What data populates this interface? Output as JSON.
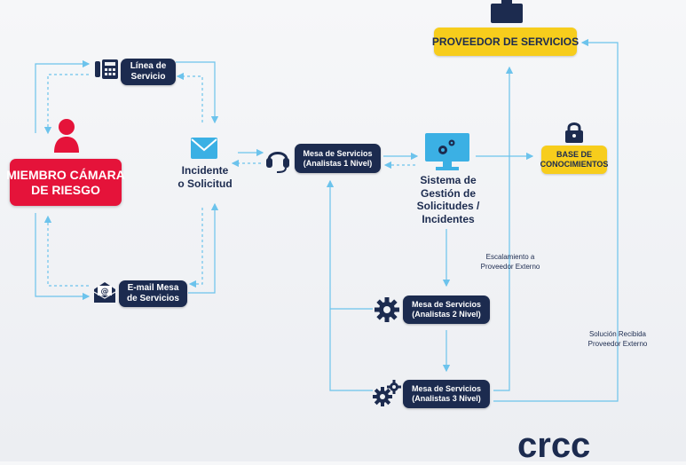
{
  "proveedor": {
    "label": "PROVEEDOR DE SERVICIOS"
  },
  "miembro": {
    "line1": "MIEMBRO CÁMARA",
    "line2": "DE RIESGO"
  },
  "linea_servicio": {
    "line1": "Línea de",
    "line2": "Servicio"
  },
  "incidente": {
    "line1": "Incidente",
    "line2": "o Solicitud"
  },
  "email_mesa": {
    "line1": "E-mail Mesa",
    "line2": "de Servicios"
  },
  "mesa1": {
    "line1": "Mesa de Servicios",
    "line2": "(Analistas 1 Nivel)"
  },
  "mesa2": {
    "line1": "Mesa de Servicios",
    "line2": "(Analistas 2 Nivel)"
  },
  "mesa3": {
    "line1": "Mesa de Servicios",
    "line2": "(Analistas 3 Nivel)"
  },
  "sistema": {
    "line1": "Sistema de",
    "line2": "Gestión de",
    "line3": "Solicitudes /",
    "line4": "Incidentes"
  },
  "base": {
    "line1": "BASE DE",
    "line2": "CONOCIMIENTOS"
  },
  "escalamiento": {
    "line1": "Escalamiento a",
    "line2": "Proveedor Externo"
  },
  "solucion": {
    "line1": "Solución Recibida",
    "line2": "Proveedor Externo"
  },
  "logo": {
    "text": "crcc"
  },
  "colors": {
    "navy": "#1c2b4f",
    "yellow": "#f7cd1c",
    "red": "#e5133a",
    "arrow": "#6cc3ec"
  }
}
